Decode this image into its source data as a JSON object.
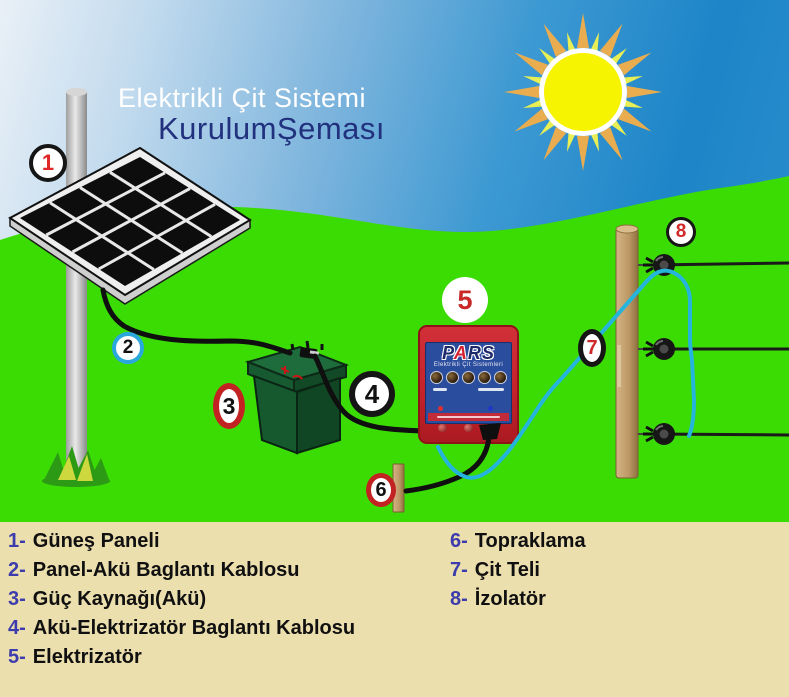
{
  "title": {
    "line1": "Elektrikli Çit Sistemi",
    "line2": "KurulumŞeması"
  },
  "device": {
    "brand_p": "P",
    "brand_a": "A",
    "brand_rs": "RS",
    "subtitle": "Elektrikli Çit Sistemleri"
  },
  "badges": {
    "b1": "1",
    "b2": "2",
    "b3": "3",
    "b4": "4",
    "b5": "5",
    "b6": "6",
    "b7": "7",
    "b8": "8"
  },
  "legend": {
    "left": [
      {
        "num": "1-",
        "label": "Güneş Paneli"
      },
      {
        "num": "2-",
        "label": "Panel-Akü Baglantı Kablosu"
      },
      {
        "num": "3-",
        "label": "Güç Kaynağı(Akü)"
      },
      {
        "num": "4-",
        "label": "Akü-Elektrizatör Baglantı Kablosu"
      },
      {
        "num": "5-",
        "label": "Elektrizatör"
      }
    ],
    "right": [
      {
        "num": "6-",
        "label": "Topraklama"
      },
      {
        "num": "7-",
        "label": "Çit Teli"
      },
      {
        "num": "8-",
        "label": "İzolatör"
      }
    ]
  },
  "colors": {
    "sky_deep": "#1d85c8",
    "grass": "#3bdc04",
    "legend_bg": "#ecdfae",
    "device_red": "#c4232a",
    "device_label_blue": "#2b4d9e",
    "wire_cyan": "#25b4db",
    "legend_number_blue": "#3c3cac",
    "title_navy": "#21317e",
    "sun_yellow": "#f6f400"
  }
}
